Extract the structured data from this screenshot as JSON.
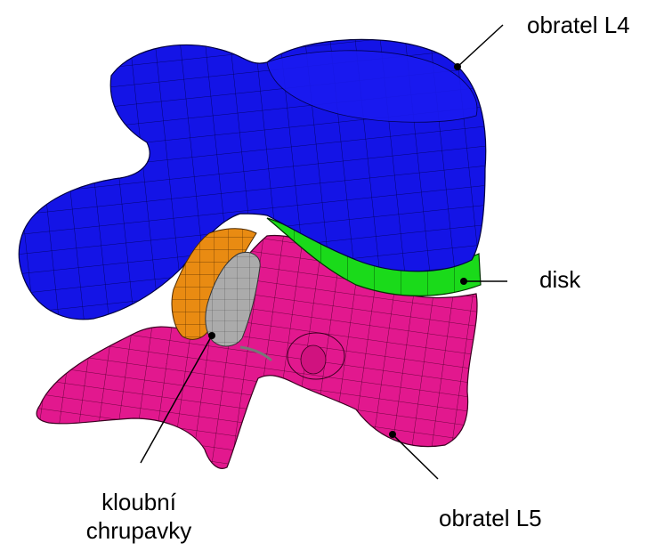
{
  "labels": {
    "l4": "obratel L4",
    "disc": "disk",
    "cartilage_line1": "kloubní",
    "cartilage_line2": "chrupavky",
    "l5": "obratel L5"
  },
  "colors": {
    "l4_vertebra": "#1010e0",
    "disc": "#18d818",
    "l5_vertebra": "#e0148c",
    "facet_orange": "#e88a10",
    "cartilage_gray": "#a8a8a8",
    "mesh_line": "#000000",
    "leader_line": "#000000"
  }
}
